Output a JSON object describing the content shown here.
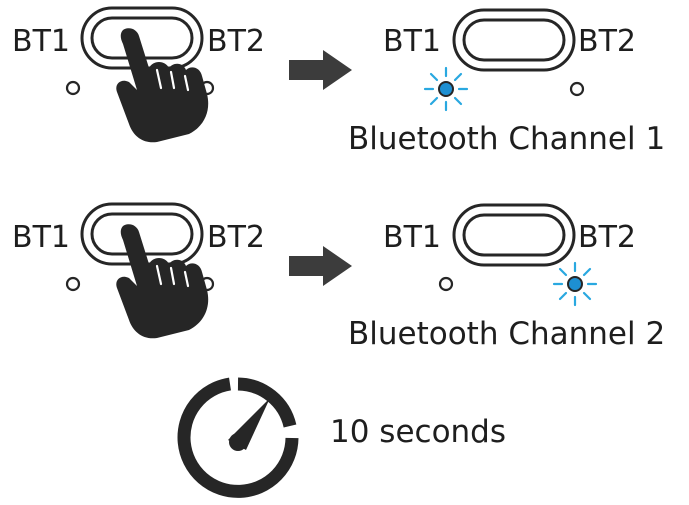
{
  "colors": {
    "ink": "#262626",
    "led_on": "#1d8fd2",
    "led_glow": "#29a8e0",
    "arrow": "#3c3c3c"
  },
  "rows": [
    {
      "left_bt1": "BT1",
      "left_bt2": "BT2",
      "right_bt1": "BT1",
      "right_bt2": "BT2",
      "caption": "Bluetooth Channel 1",
      "lit_led": "left"
    },
    {
      "left_bt1": "BT1",
      "left_bt2": "BT2",
      "right_bt1": "BT1",
      "right_bt2": "BT2",
      "caption": "Bluetooth Channel 2",
      "lit_led": "right"
    }
  ],
  "timer": {
    "label": "10 seconds",
    "icon": "stopwatch-icon"
  },
  "icons": {
    "hand": "pressing-hand-icon",
    "arrow": "right-arrow-icon",
    "switch": "toggle-switch-icon",
    "led": "led-indicator-icon"
  }
}
